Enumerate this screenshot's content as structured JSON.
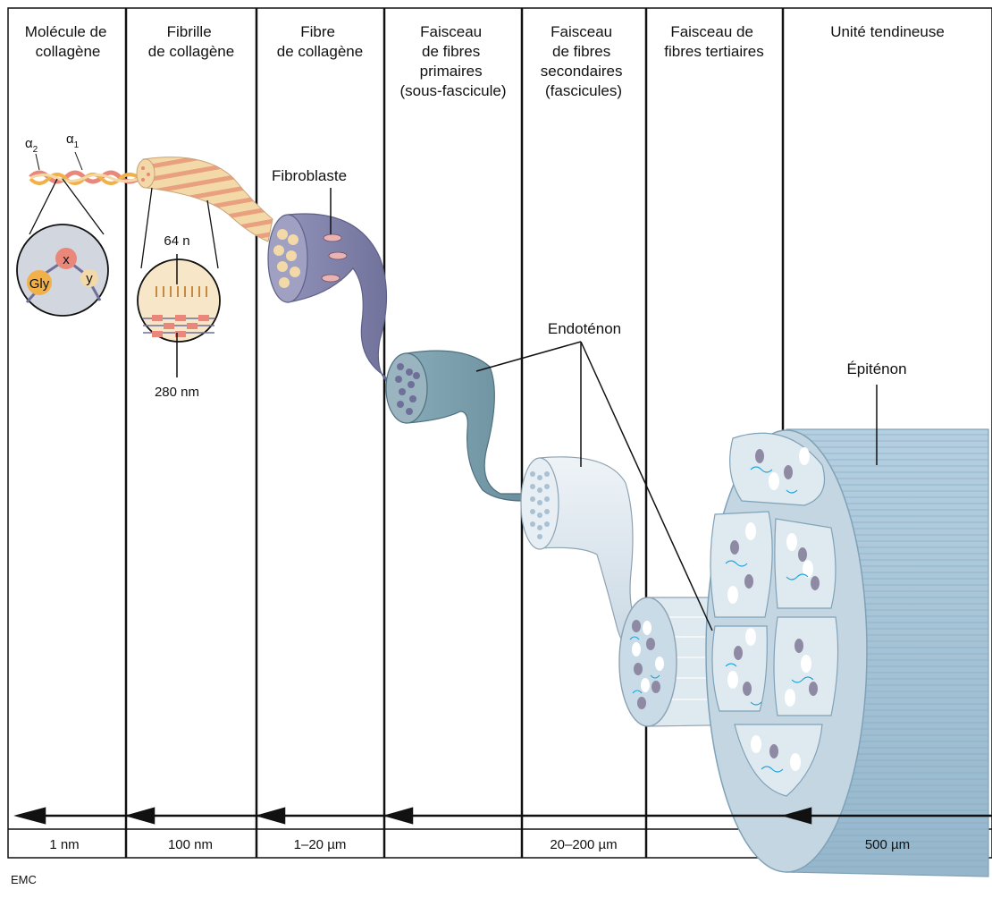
{
  "columns": [
    {
      "header": [
        "Molécule de",
        "collagène"
      ],
      "scale": "1 nm"
    },
    {
      "header": [
        "Fibrille",
        "de collagène"
      ],
      "scale": "100 nm"
    },
    {
      "header": [
        "Fibre",
        "de collagène"
      ],
      "scale": "1–20 µm"
    },
    {
      "header": [
        "Faisceau",
        "de fibres",
        "primaires",
        "(sous-fascicule)"
      ],
      "scale": ""
    },
    {
      "header": [
        "Faisceau",
        "de fibres",
        "secondaires",
        "(fascicules)"
      ],
      "scale": "20–200 µm"
    },
    {
      "header": [
        "Faisceau de",
        "fibres tertiaires"
      ],
      "scale": ""
    },
    {
      "header": [
        "Unité tendineuse"
      ],
      "scale": "500 µm"
    }
  ],
  "labels": {
    "alpha2": "α",
    "alpha2_sub": "2",
    "alpha1": "α",
    "alpha1_sub": "1",
    "x": "x",
    "y": "y",
    "gly": "Gly",
    "n64": "64 n",
    "n280": "280 nm",
    "fibroblaste": "Fibroblaste",
    "endotenon": "Endoténon",
    "epitenon": "Épiténon"
  },
  "logo": "EMC",
  "colors": {
    "collagen_pink": "#e9877a",
    "collagen_tan": "#f3d9a8",
    "fibre_purple": "#8e8fb3",
    "fascicle_teal": "#7fa3b0",
    "secondary_white": "#dfe9f0",
    "tendon_blue": "#a9c6d8",
    "cell_purple": "#8e8aa3"
  }
}
